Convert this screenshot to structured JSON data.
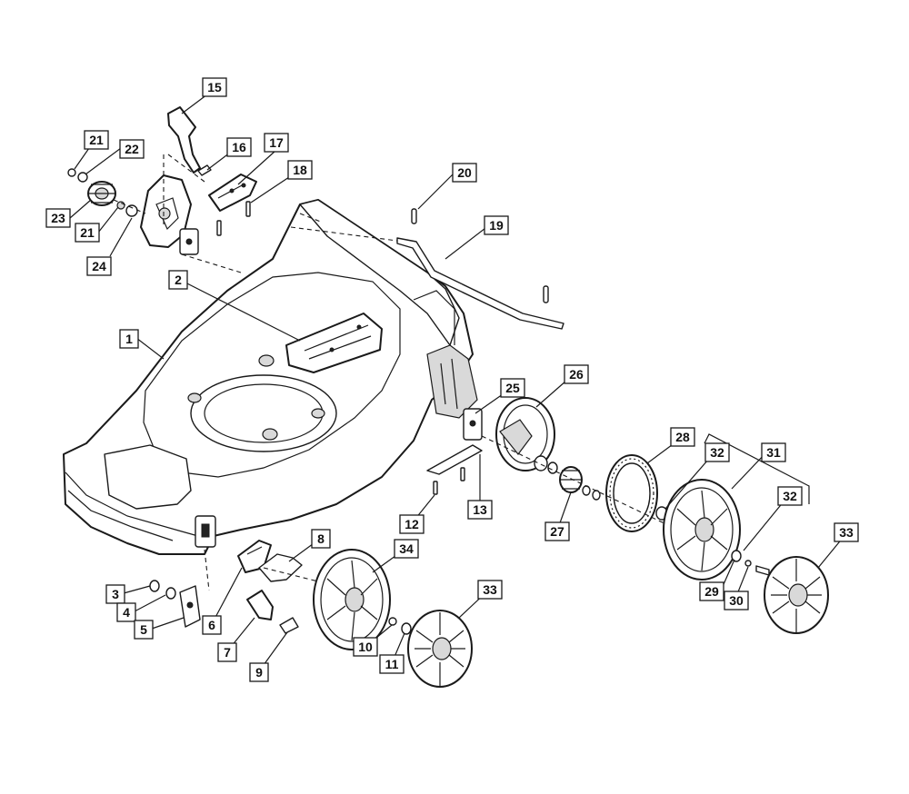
{
  "callouts": [
    {
      "label": "1"
    },
    {
      "label": "2"
    },
    {
      "label": "3"
    },
    {
      "label": "4"
    },
    {
      "label": "5"
    },
    {
      "label": "6"
    },
    {
      "label": "7"
    },
    {
      "label": "8"
    },
    {
      "label": "9"
    },
    {
      "label": "10"
    },
    {
      "label": "11"
    },
    {
      "label": "12"
    },
    {
      "label": "13"
    },
    {
      "label": "15"
    },
    {
      "label": "16"
    },
    {
      "label": "17"
    },
    {
      "label": "18"
    },
    {
      "label": "19"
    },
    {
      "label": "20"
    },
    {
      "label": "21"
    },
    {
      "label": "21"
    },
    {
      "label": "22"
    },
    {
      "label": "23"
    },
    {
      "label": "24"
    },
    {
      "label": "25"
    },
    {
      "label": "26"
    },
    {
      "label": "27"
    },
    {
      "label": "28"
    },
    {
      "label": "29"
    },
    {
      "label": "30"
    },
    {
      "label": "31"
    },
    {
      "label": "32"
    },
    {
      "label": "32"
    },
    {
      "label": "33"
    },
    {
      "label": "33"
    },
    {
      "label": "34"
    }
  ]
}
